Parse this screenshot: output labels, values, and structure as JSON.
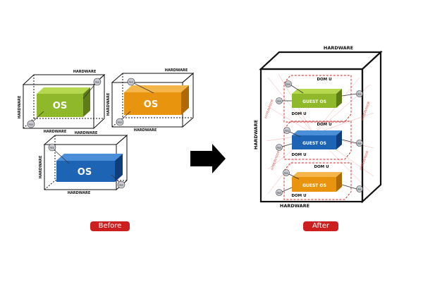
{
  "before": {
    "badge": "Before",
    "boxes": [
      {
        "os_label": "OS",
        "hardware_label": "HARDWARE",
        "app_label": "App",
        "color": "#8fb82a",
        "color_dark": "#5f7d16",
        "color_top": "#b6d84e"
      },
      {
        "os_label": "OS",
        "hardware_label": "HARDWARE",
        "app_label": "App",
        "color": "#e8940f",
        "color_dark": "#b06a05",
        "color_top": "#f4b64a"
      },
      {
        "os_label": "OS",
        "hardware_label": "HARDWARE",
        "app_label": "App",
        "color": "#1e64b4",
        "color_dark": "#0f3f7a",
        "color_top": "#4a8fd8"
      }
    ]
  },
  "after": {
    "badge": "After",
    "hardware_label": "HARDWARE",
    "hypervisor_label": "HYPERVISOR",
    "app_label": "App",
    "guests": [
      {
        "label": "GUEST OS",
        "dom_label": "DOM U",
        "color": "#8fb82a",
        "color_dark": "#5f7d16",
        "color_top": "#b6d84e"
      },
      {
        "label": "GUEST OS",
        "dom_label": "DOM U",
        "color": "#1e64b4",
        "color_dark": "#0f3f7a",
        "color_top": "#4a8fd8"
      },
      {
        "label": "GUEST OS",
        "dom_label": "DOM U",
        "color": "#e8940f",
        "color_dark": "#b06a05",
        "color_top": "#f4b64a"
      }
    ]
  },
  "arrow": {
    "icon": "right-arrow-icon",
    "color": "#000000"
  }
}
